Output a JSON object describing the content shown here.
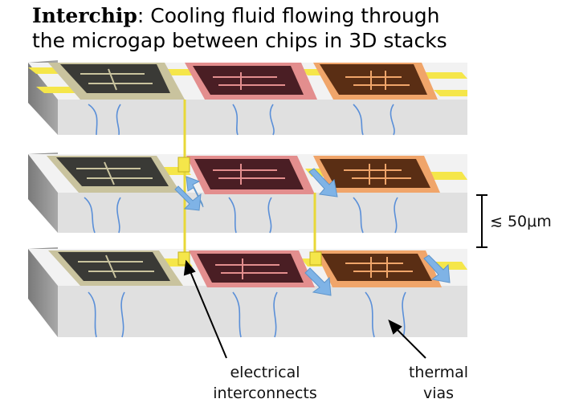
{
  "title": {
    "bold": "Interchip",
    "line1_rest": ": Cooling fluid flowing through",
    "line2": "the microgap between chips in 3D stacks"
  },
  "labels": {
    "interconnects_line1": "electrical",
    "interconnects_line2": "interconnects",
    "vias_line1": "thermal",
    "vias_line2": "vias",
    "gap": "≲ 50μm"
  },
  "colors": {
    "chip_dark": "#3a3a36",
    "chip_red": "#4a1e24",
    "chip_brown": "#5a2e14",
    "die_tan": "#c9c39e",
    "die_pink": "#e38e8e",
    "die_orange": "#f0a56a",
    "layer_face": "#dedede",
    "layer_side": "#8e8e8e",
    "bond_yellow": "#f5e64a",
    "via_blue": "#5a8fd8",
    "arrow_blue": "#7fb3e6"
  }
}
